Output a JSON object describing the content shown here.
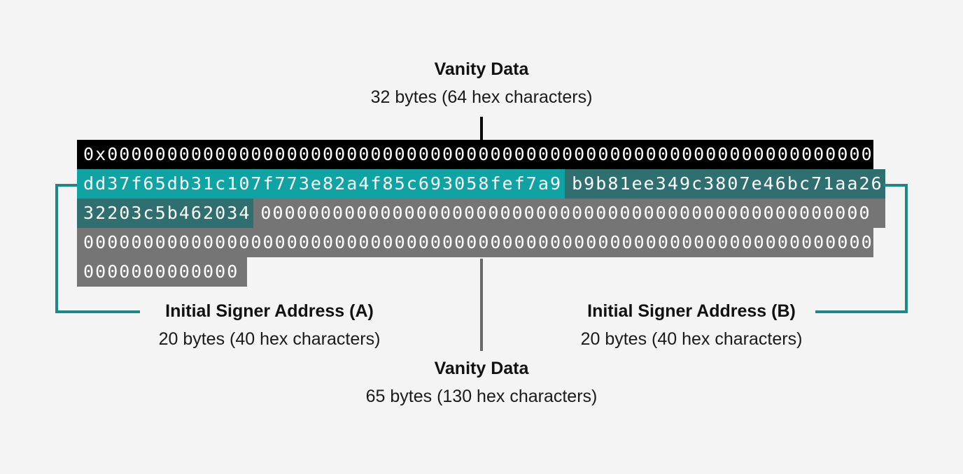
{
  "top_annotation": {
    "title": "Vanity Data",
    "subtitle": "32 bytes (64 hex characters)"
  },
  "bottom_annotation": {
    "title": "Vanity Data",
    "subtitle": "65 bytes (130 hex characters)"
  },
  "signer_a": {
    "title": "Initial Signer Address (A)",
    "subtitle": "20 bytes (40 hex characters)"
  },
  "signer_b": {
    "title": "Initial Signer Address (B)",
    "subtitle": "20 bytes (40 hex characters)"
  },
  "hex": {
    "row1": "0x0000000000000000000000000000000000000000000000000000000000000000",
    "row2_signer_a": "dd37f65db31c107f773e82a4f85c693058fef7a9",
    "row2_signer_b_part1": "b9b81ee349c3807e46bc71aa26",
    "row3_signer_b_part2": "32203c5b462034",
    "row3_zeros": "000000000000000000000000000000000000000000000000000",
    "row4_zeros": "000000000000000000000000000000000000000000000000000000000000000000",
    "row5_zeros": "0000000000000"
  },
  "colors": {
    "background": "#f4f4f5",
    "row_black": "#000000",
    "teal_bright": "#10a3a3",
    "teal_dark": "#2f6f6f",
    "row_gray": "#757575",
    "bracket_teal": "#1c8888",
    "top_connector": "#0a0a0a",
    "mid_connector": "#686868",
    "hex_text": "#ffffff",
    "label_text": "#111111"
  }
}
